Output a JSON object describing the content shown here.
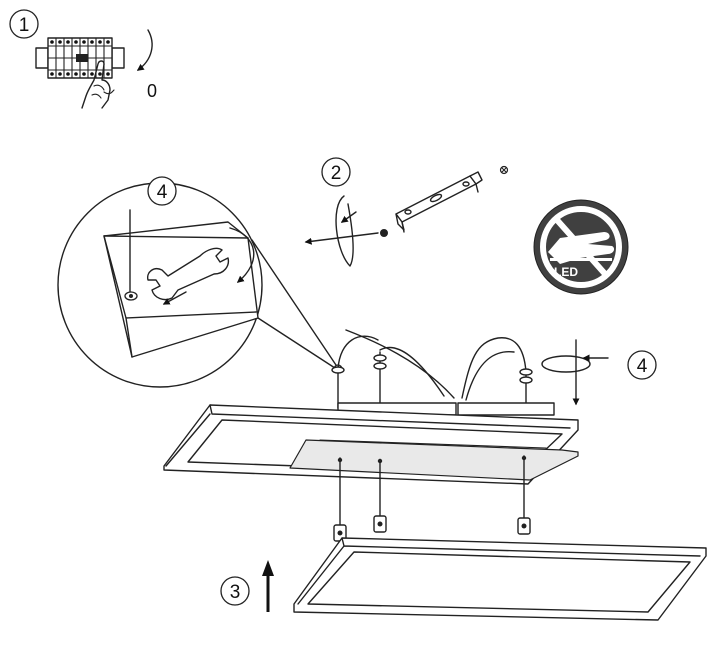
{
  "steps": {
    "step1": "1",
    "step2": "2",
    "step3": "3",
    "step4_detail": "4",
    "step4_side": "4"
  },
  "power_off_label": "0",
  "no_touch_sign": {
    "text": "LED",
    "icon": "no-touch-hand-icon"
  },
  "icons": {
    "terminal_block": "terminal-block-icon",
    "hand": "hand-icon",
    "wrench": "wrench-icon",
    "rotate_arrow": "rotate-arrow-icon",
    "bracket": "mounting-bracket-icon",
    "screw": "screw-icon"
  },
  "colors": {
    "line": "#222222",
    "sign_bg": "#404040",
    "sign_ring": "#ffffff"
  }
}
